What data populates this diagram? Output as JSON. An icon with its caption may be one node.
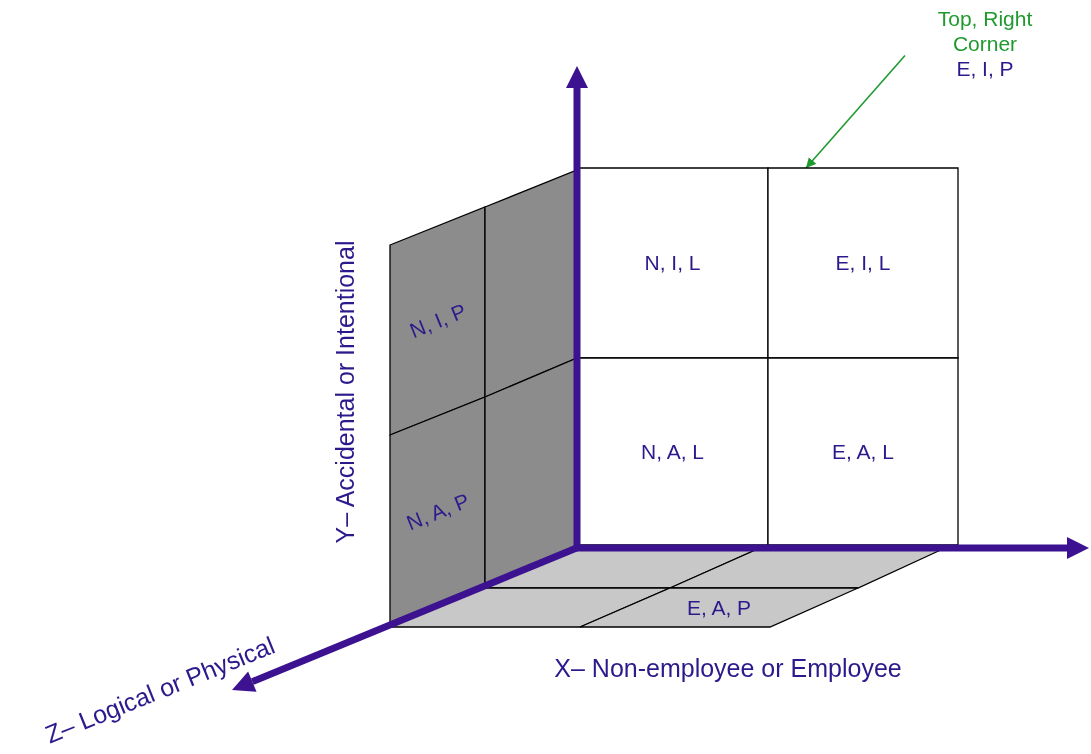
{
  "diagram": {
    "nodes": [
      {
        "text": [
          "Top, Right Corner",
          "E, I, P"
        ]
      },
      {
        "text": [
          "N, I, P"
        ]
      },
      {
        "text": [],
        "shape": "box"
      },
      {
        "text": [
          "N, A, P"
        ]
      },
      {
        "text": [],
        "shape": "box"
      },
      {
        "text": [
          "N, I, L"
        ]
      },
      {
        "text": [
          "E, I, L"
        ]
      },
      {
        "text": [
          "N, A, L"
        ]
      },
      {
        "text": [
          "E, A, L"
        ]
      },
      {
        "text": [],
        "shape": "box"
      },
      {
        "text": [],
        "shape": "box"
      },
      {
        "text": [],
        "shape": "box"
      },
      {
        "text": [
          "E, A, P"
        ]
      }
    ],
    "edges": [
      {
        "from": 0,
        "to": 6,
        "arrow": "to",
        "color": "#1f9a2f"
      }
    ],
    "labels": [
      "Y– Accidental or Intentional",
      "X– Non-employee or Employee",
      "Z– Logical or Physical"
    ]
  }
}
